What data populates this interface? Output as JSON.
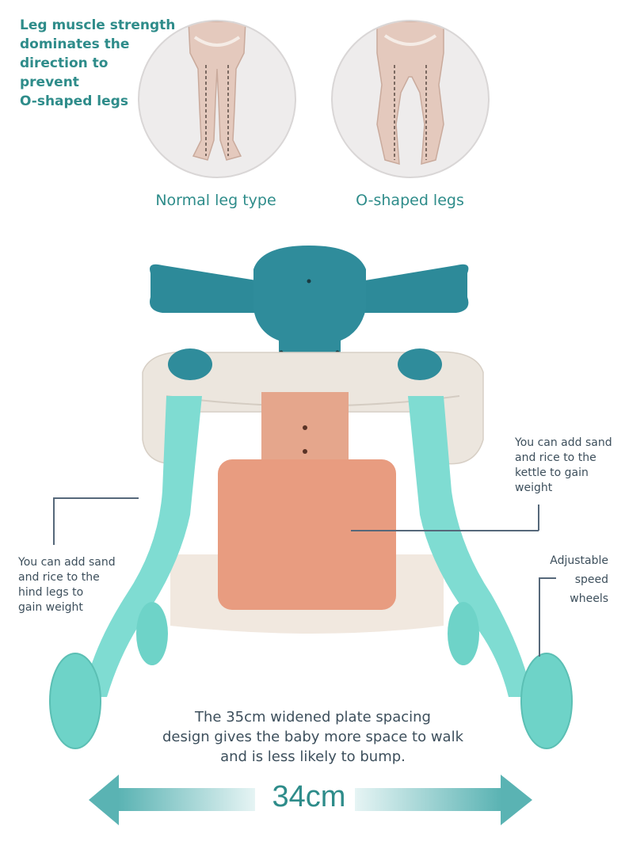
{
  "headline": {
    "lines": [
      "Leg muscle strength",
      "dominates the",
      "direction to",
      "prevent",
      "O-shaped legs"
    ]
  },
  "comparison": {
    "normal": {
      "label": "Normal leg type"
    },
    "o_shaped": {
      "label": "O-shaped legs"
    }
  },
  "callouts": {
    "kettle": {
      "lines": [
        "You can add sand",
        "and rice to the",
        "kettle to gain",
        "weight"
      ]
    },
    "hind_legs": {
      "lines": [
        "You can add sand",
        "and rice to the",
        "hind legs to",
        "gain weight"
      ]
    },
    "wheels": {
      "lines": [
        "Adjustable",
        "speed",
        "wheels"
      ]
    }
  },
  "caption": {
    "lines": [
      "The 35cm widened plate spacing",
      "design gives the baby more space to walk",
      "and is less likely to bump."
    ]
  },
  "measurement": {
    "value": "34cm"
  },
  "colors": {
    "accent_teal": "#2e8c8a",
    "handle_blue": "#2d8a99",
    "leg_mint": "#7fdcd2",
    "body_cream": "#ece6de",
    "seat_salmon": "#e89c80",
    "text_slate": "#3d4f5c",
    "arrow_teal": "#5ab3b3"
  }
}
